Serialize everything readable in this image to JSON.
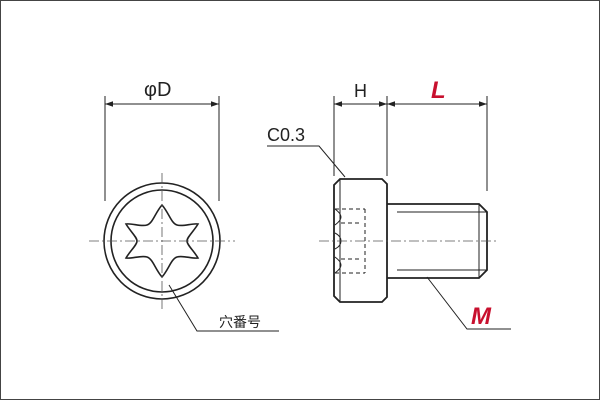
{
  "labels": {
    "diameter": "φD",
    "head_height": "H",
    "length": "L",
    "chamfer": "C0.3",
    "thread": "M",
    "hole_number": "穴番号"
  },
  "colors": {
    "line": "#222222",
    "red": "#c8102e",
    "centerline": "#555555"
  }
}
